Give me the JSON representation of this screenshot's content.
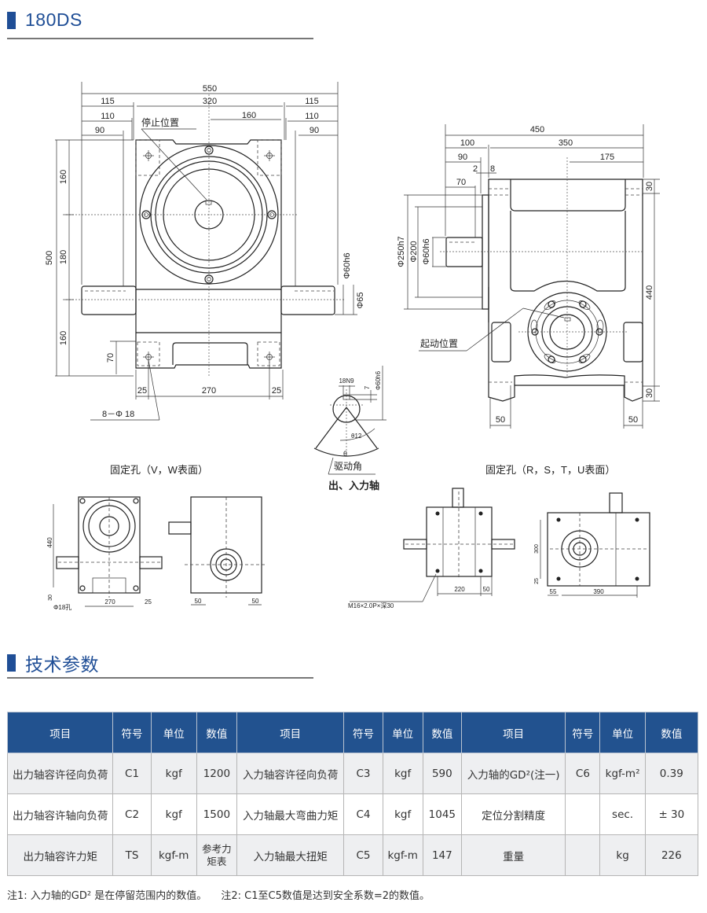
{
  "header": {
    "model_title": "180DS",
    "accent_color": "#1f4e96"
  },
  "drawing": {
    "front_view": {
      "dims_top": [
        "550",
        "115",
        "320",
        "115",
        "110",
        "160",
        "110",
        "90",
        "90"
      ],
      "stop_position_label": "停止位置",
      "dims_left": [
        "500",
        "160",
        "180",
        "160",
        "70"
      ],
      "dims_right": [
        "Φ60h6",
        "Φ65"
      ],
      "dims_bottom": [
        "25",
        "270",
        "25"
      ],
      "hole_label": "8－Φ 18"
    },
    "side_view": {
      "dims_top": [
        "450",
        "100",
        "350",
        "90",
        "2",
        "8",
        "175",
        "70"
      ],
      "dims_left": [
        "Φ250h7",
        "Φ200",
        "Φ60h6"
      ],
      "dims_right": [
        "30",
        "440",
        "30"
      ],
      "dims_bottom": [
        "50",
        "50"
      ],
      "start_position_label": "起动位置"
    },
    "shaft_detail": {
      "keyway": "18N9",
      "depth": "7",
      "diameter": "Φ60h6",
      "angle_label": "θ12",
      "theta": "θ",
      "drive_angle_label": "驱动角",
      "caption": "出、入力轴"
    },
    "vw_surface": {
      "caption": "固定孔（V，W表面）",
      "dims": [
        "440",
        "30",
        "Φ18孔",
        "270",
        "25",
        "50",
        "50"
      ]
    },
    "rstu_surface": {
      "caption": "固定孔（R，S，T，U表面）",
      "dims": [
        "220",
        "50",
        "300",
        "25",
        "55",
        "390"
      ],
      "thread_label": "M16×2.0P×深30"
    }
  },
  "spec_section": {
    "title": "技术参数",
    "table": {
      "headers": [
        "项目",
        "符号",
        "单位",
        "数值",
        "项目",
        "符号",
        "单位",
        "数值",
        "项目",
        "符号",
        "单位",
        "数值"
      ],
      "rows": [
        [
          "出力轴容许径向负荷",
          "C1",
          "kgf",
          "1200",
          "入力轴容许径向负荷",
          "C3",
          "kgf",
          "590",
          "入力轴的GD²(注一)",
          "C6",
          "kgf-m²",
          "0.39"
        ],
        [
          "出力轴容许轴向负荷",
          "C2",
          "kgf",
          "1500",
          "入力轴最大弯曲力矩",
          "C4",
          "kgf",
          "1045",
          "定位分割精度",
          "",
          "sec.",
          "± 30"
        ],
        [
          "出力轴容许力矩",
          "TS",
          "kgf-m",
          "参考力矩表",
          "入力轴最大扭矩",
          "C5",
          "kgf-m",
          "147",
          "重量",
          "",
          "kg",
          "226"
        ]
      ],
      "header_color": "#22528f"
    },
    "notes": [
      "注1: 入力轴的GD² 是在停留范围内的数值。",
      "注2: C1至C5数值是达到安全系数=2的数值。"
    ]
  }
}
